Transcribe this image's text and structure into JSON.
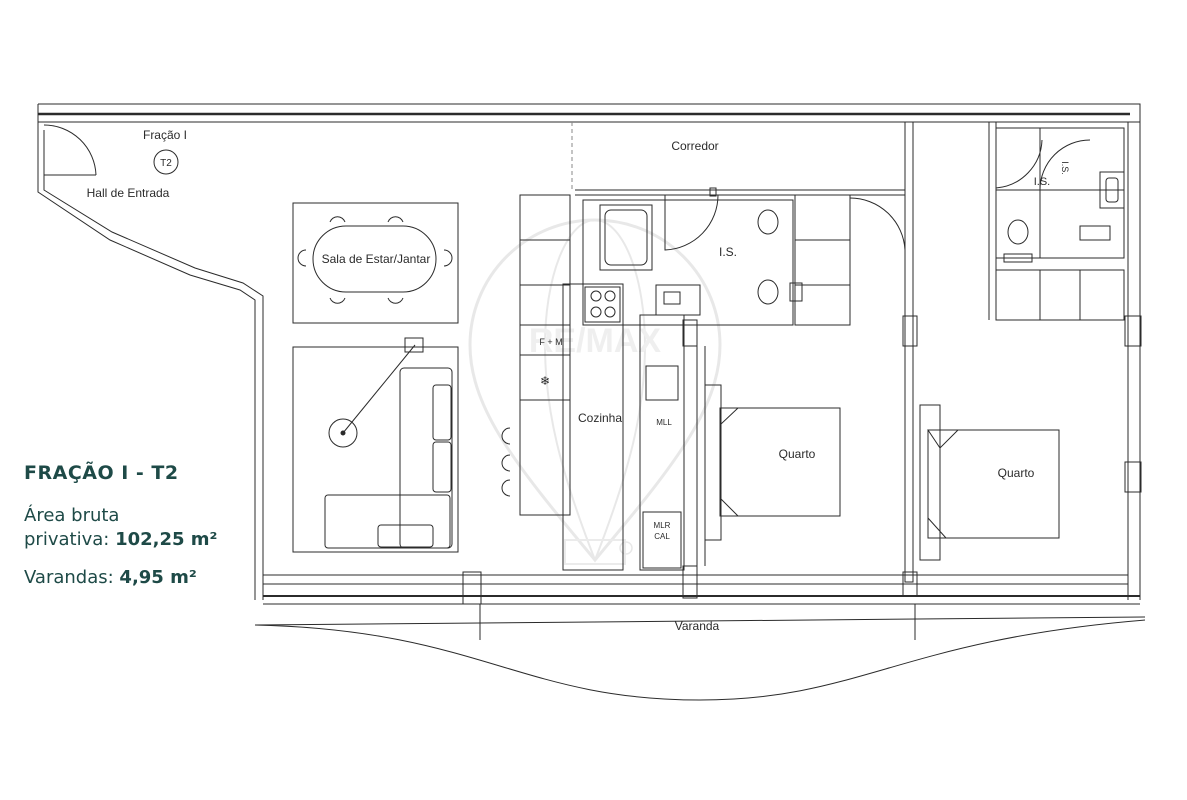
{
  "labels": {
    "fracao": "Fração I",
    "typology": "T2",
    "hall": "Hall de Entrada",
    "sala": "Sala de Estar/Jantar",
    "corredor": "Corredor",
    "is_main": "I.S.",
    "is_suite_a": "I.S.",
    "is_suite_b": "I.S.",
    "cozinha": "Cozinha",
    "fm": "F + M",
    "mll": "MLL",
    "mlr": "MLR",
    "cal": "CAL",
    "quarto_1": "Quarto",
    "quarto_2": "Quarto",
    "varanda": "Varanda"
  },
  "info": {
    "title": "FRAÇÃO I - T2",
    "area_label_1": "Área bruta",
    "area_label_2": "privativa:",
    "area_value": "102,25 m²",
    "varandas_label": "Varandas:",
    "varandas_value": "4,95 m²"
  },
  "watermark": "RE/MAX",
  "colors": {
    "line": "#2b2b2b",
    "text_accent": "#1e4a47",
    "watermark": "#dcdcdc"
  }
}
